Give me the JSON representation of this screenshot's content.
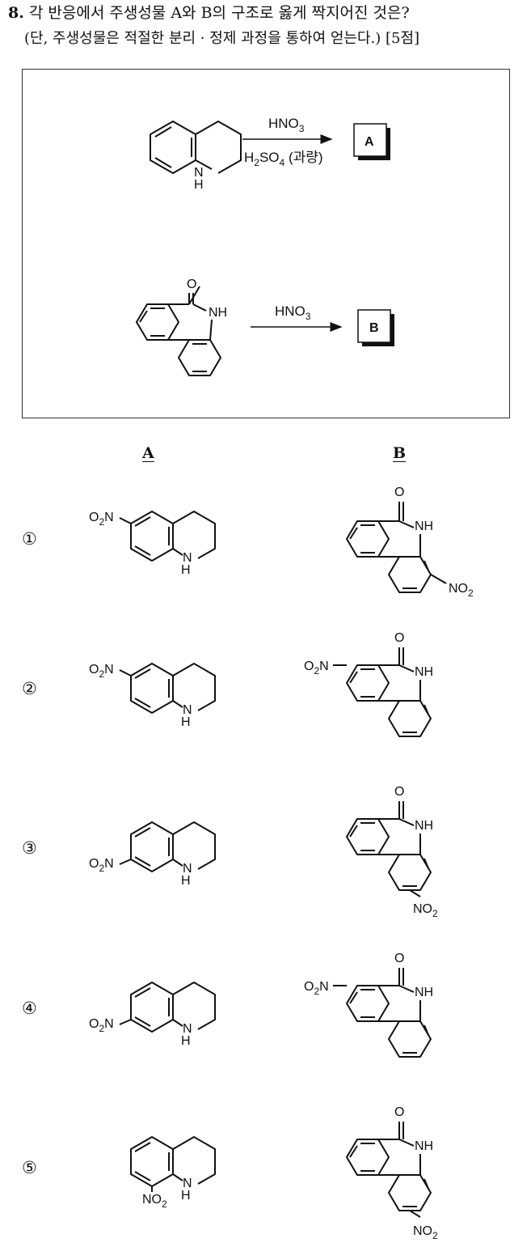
{
  "question": {
    "number": "8.",
    "text": "각 반응에서 주생성물 A와 B의 구조로 옳게 짝지어진 것은?",
    "note": "(단, 주생성물은 적절한 분리 · 정제 과정을 통하여 얻는다.) [5점]"
  },
  "reactions": {
    "r1": {
      "reagent_top": "HNO",
      "reagent_top_sub": "3",
      "reagent_bottom_h": "H",
      "reagent_bottom_h_sub": "2",
      "reagent_bottom_so": "SO",
      "reagent_bottom_so_sub": "4",
      "reagent_bottom_cond": " (과량)",
      "product_label": "A",
      "nh_label": "N",
      "h_label": "H"
    },
    "r2": {
      "reagent_top": "HNO",
      "reagent_top_sub": "3",
      "product_label": "B",
      "o_label": "O",
      "nh_label": "NH"
    }
  },
  "columns": {
    "a_header": "A",
    "b_header": "B"
  },
  "labels": {
    "nitro_o": "O",
    "nitro_sub": "2",
    "nitro_n": "N",
    "no_n": "NO",
    "h": "H",
    "nh": "NH",
    "n": "N",
    "o": "O"
  },
  "choices": [
    {
      "number": "①"
    },
    {
      "number": "②"
    },
    {
      "number": "③"
    },
    {
      "number": "④"
    },
    {
      "number": "⑤"
    }
  ]
}
